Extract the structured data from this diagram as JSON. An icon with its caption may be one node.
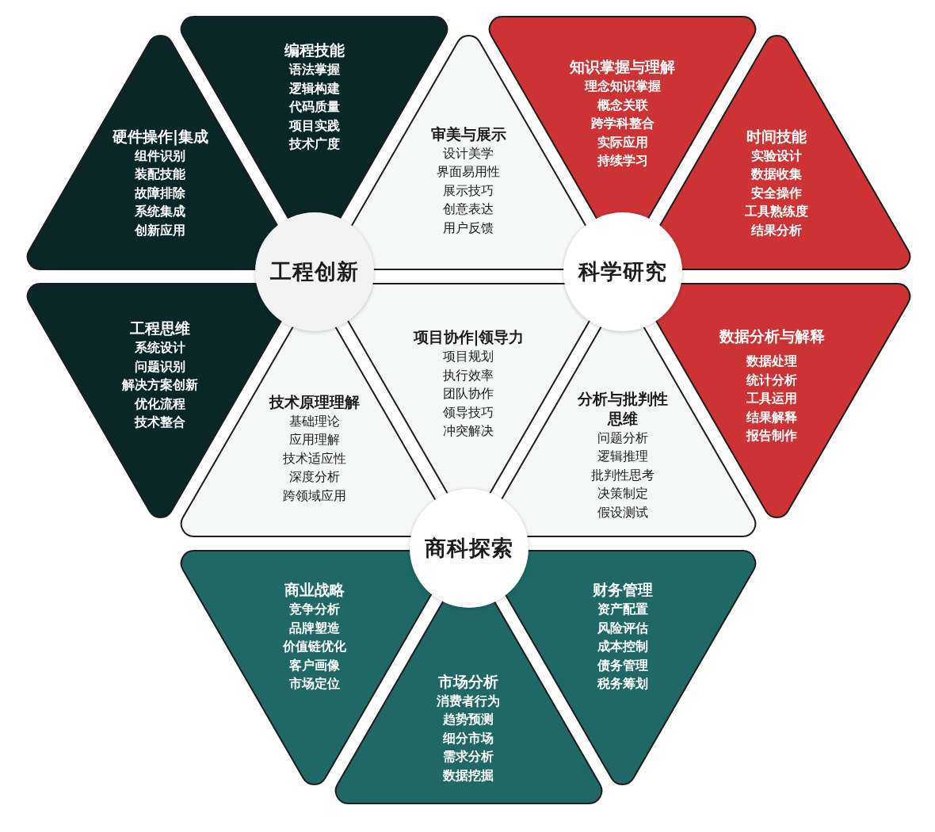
{
  "diagram": {
    "nodes": [
      {
        "text": [
          "硬件操作|集成",
          "组件识别",
          "装配技能",
          "故障排除",
          "系统集成",
          "创新应用"
        ]
      },
      {
        "text": [
          "编程技能",
          "语法掌握",
          "逻辑构建",
          "代码质量",
          "项目实践",
          "技术广度"
        ]
      },
      {
        "text": [
          "审美与展示",
          "设计美学",
          "界面易用性",
          "展示技巧",
          "创意表达",
          "用户反馈"
        ]
      },
      {
        "text": [
          "知识掌握与理解",
          "理念知识掌握",
          "概念关联",
          "跨学科整合",
          "实际应用",
          "持续学习"
        ]
      },
      {
        "text": [
          "时间技能",
          "实验设计",
          "数据收集",
          "安全操作",
          "工具熟练度",
          "结果分析"
        ]
      },
      {
        "text": [
          "工程创新"
        ]
      },
      {
        "text": [
          "科学研究"
        ]
      },
      {
        "text": [
          "工程思维",
          "系统设计",
          "问题识别",
          "解决方案创新",
          "优化流程",
          "技术整合"
        ]
      },
      {
        "text": [
          "技术原理理解",
          "基础理论",
          "应用理解",
          "技术适应性",
          "深度分析",
          "跨领域应用"
        ]
      },
      {
        "text": [
          "项目协作|领导力",
          "项目规划",
          "执行效率",
          "团队协作",
          "领导技巧",
          "冲突解决"
        ]
      },
      {
        "text": [
          "分析与批判性思维",
          "问题分析",
          "逻辑推理",
          "批判性思考",
          "决策制定",
          "假设测试"
        ]
      },
      {
        "text": [
          "数据分析与解释",
          "数据处理",
          "统计分析",
          "工具运用",
          "结果解释",
          "报告制作"
        ]
      },
      {
        "text": [
          "商科探索"
        ]
      },
      {
        "text": [
          "商业战略",
          "竞争分析",
          "品牌塑造",
          "价值链优化",
          "客户画像",
          "市场定位"
        ]
      },
      {
        "text": [
          "市场分析",
          "消费者行为",
          "趋势预测",
          "细分市场",
          "需求分析",
          "数据挖掘"
        ]
      },
      {
        "text": [
          "财务管理",
          "资产配置",
          "风险评估",
          "成本控制",
          "债务管理",
          "税务筹划"
        ]
      }
    ]
  }
}
